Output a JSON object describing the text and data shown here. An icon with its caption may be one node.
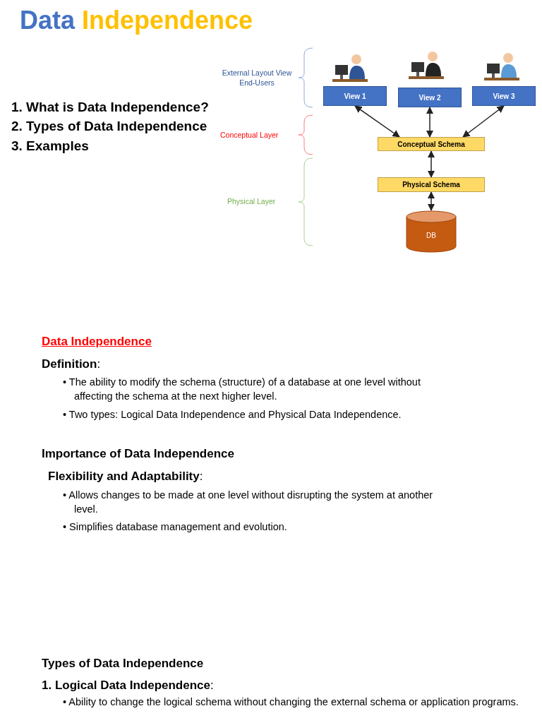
{
  "diagram": {
    "title": "Data Independence",
    "nodes": [
      {
        "text": [
          "View 1"
        ]
      },
      {
        "text": [
          "View 2"
        ]
      },
      {
        "text": [
          "View 3"
        ]
      },
      {
        "text": [
          "Conceptual Schema"
        ]
      },
      {
        "text": [
          "Physical Schema"
        ]
      },
      {
        "text": [
          "DB"
        ]
      }
    ],
    "edges": [
      {
        "from": 0,
        "to": 3,
        "arrow": "both"
      },
      {
        "from": 1,
        "to": 3,
        "arrow": "both"
      },
      {
        "from": 2,
        "to": 3,
        "arrow": "both"
      },
      {
        "from": 3,
        "to": 4,
        "arrow": "both"
      },
      {
        "from": 4,
        "to": 5,
        "arrow": "both"
      }
    ],
    "labels": [
      "1. What is Data Independence?",
      "2. Types of Data Independence",
      "3. Examples",
      "External Layout View End-Users",
      "Conceptual Layer",
      "Physical Layer",
      "Data Independence",
      "**Definition**:",
      "• The ability to modify the schema (structure) of a database at one level without affecting the schema at the next higher level.",
      "• Two types: Logical Data Independence and Physical Data Independence.",
      "Importance of Data Independence",
      "**Flexibility and Adaptability**:",
      "• Allows changes to be made at one level without disrupting the system at another level.",
      "• Simplifies database management and evolution.",
      "Types of Data Independence",
      "**1. Logical Data Independence**:",
      "• Ability to change the logical schema without changing the external schema or application programs."
    ]
  }
}
